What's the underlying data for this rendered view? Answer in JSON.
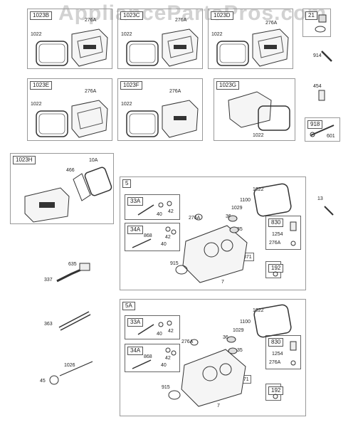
{
  "watermark": "AppliancePartsPros.com",
  "kits": {
    "k1023B": {
      "tag": "1023B",
      "gasket": "1022",
      "cover": "276A"
    },
    "k1023C": {
      "tag": "1023C",
      "gasket": "1022",
      "cover": "276A"
    },
    "k1023D": {
      "tag": "1023D",
      "gasket": "1022",
      "cover": "276A"
    },
    "k1023E": {
      "tag": "1023E",
      "gasket": "1022",
      "cover": "276A"
    },
    "k1023F": {
      "tag": "1023F",
      "gasket": "1022",
      "cover": "276A"
    },
    "k1023G": {
      "tag": "1023G",
      "gasket": "1022"
    },
    "k1023H": {
      "tag": "1023H",
      "p466": "466",
      "p10A": "10A"
    }
  },
  "small": {
    "p21": "21",
    "p914": "914",
    "p454": "454",
    "p918": "918",
    "p601": "601",
    "p13": "13",
    "p635": "635",
    "p337": "337",
    "p363": "363",
    "p1026": "1026",
    "p45": "45"
  },
  "asm5": {
    "tag": "5",
    "gasket": "1022",
    "p1100": "1100",
    "p1029": "1029",
    "p276A": "276A",
    "p36": "36",
    "p35": "35",
    "p915": "915",
    "p7": "7",
    "p871": "871",
    "sub33A": {
      "tag": "33A",
      "a": "40",
      "b": "42"
    },
    "sub34A": {
      "tag": "34A",
      "c": "868",
      "a": "42",
      "b": "40"
    },
    "sub830": {
      "tag": "830",
      "a": "1254",
      "b": "276A"
    },
    "sub192": {
      "tag": "192"
    }
  },
  "asm5A": {
    "tag": "5A",
    "gasket": "1022",
    "p1100": "1100",
    "p1029": "1029",
    "p276A": "276A",
    "p36": "36",
    "p35": "35",
    "p915": "915",
    "p7": "7",
    "p871": "871",
    "sub33A": {
      "tag": "33A",
      "a": "40",
      "b": "42"
    },
    "sub34A": {
      "tag": "34A",
      "c": "868",
      "a": "42",
      "b": "40"
    },
    "sub830": {
      "tag": "830",
      "a": "1254",
      "b": "276A"
    },
    "sub192": {
      "tag": "192"
    }
  }
}
